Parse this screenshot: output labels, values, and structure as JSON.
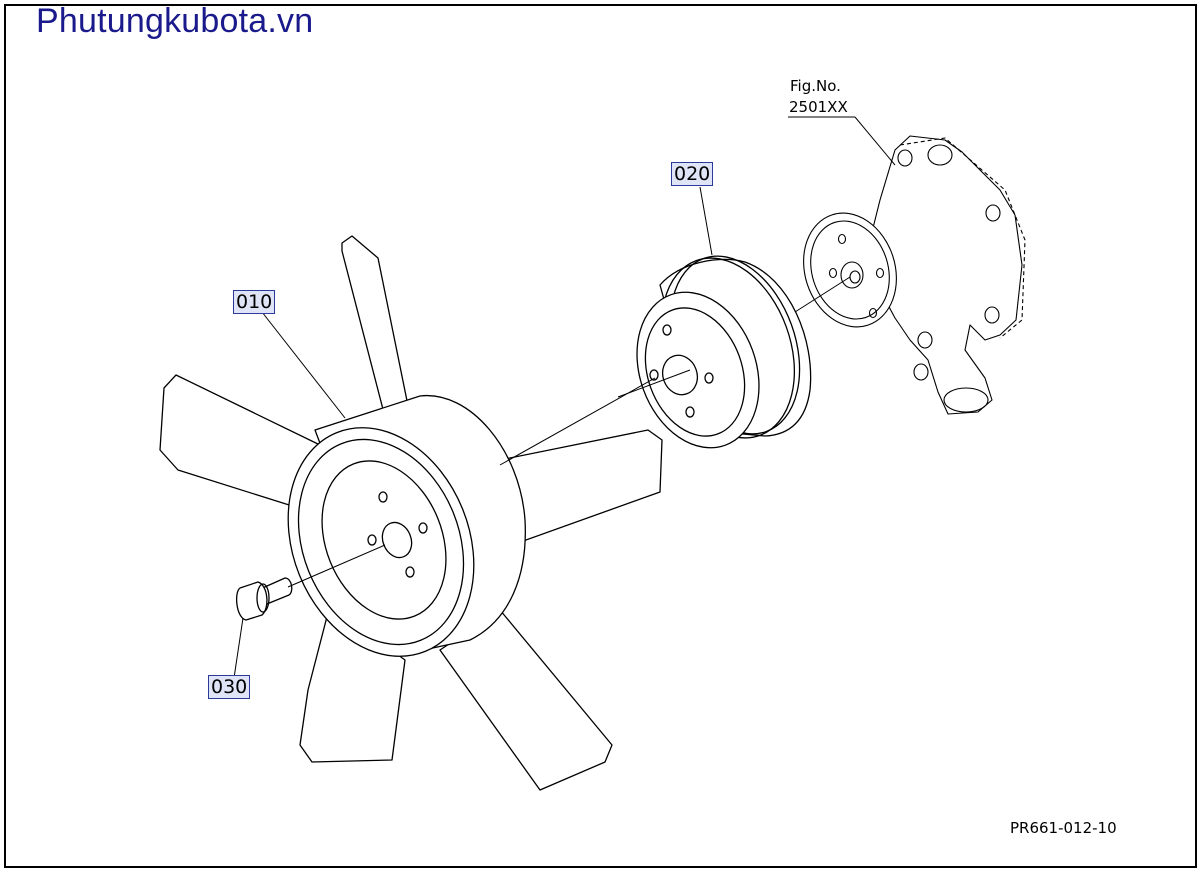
{
  "header": {
    "site_title": "Phutungkubota.vn"
  },
  "callouts": {
    "fan": "010",
    "pulley": "020",
    "bolt": "030"
  },
  "figure_reference": {
    "label": "Fig.No.",
    "number": "2501XX"
  },
  "drawing_code": "PR661-012-10",
  "colors": {
    "title": "#1a1a8c",
    "callout_fill": "#dfe4f7",
    "callout_border": "#2a3a9a",
    "line": "#000000"
  }
}
